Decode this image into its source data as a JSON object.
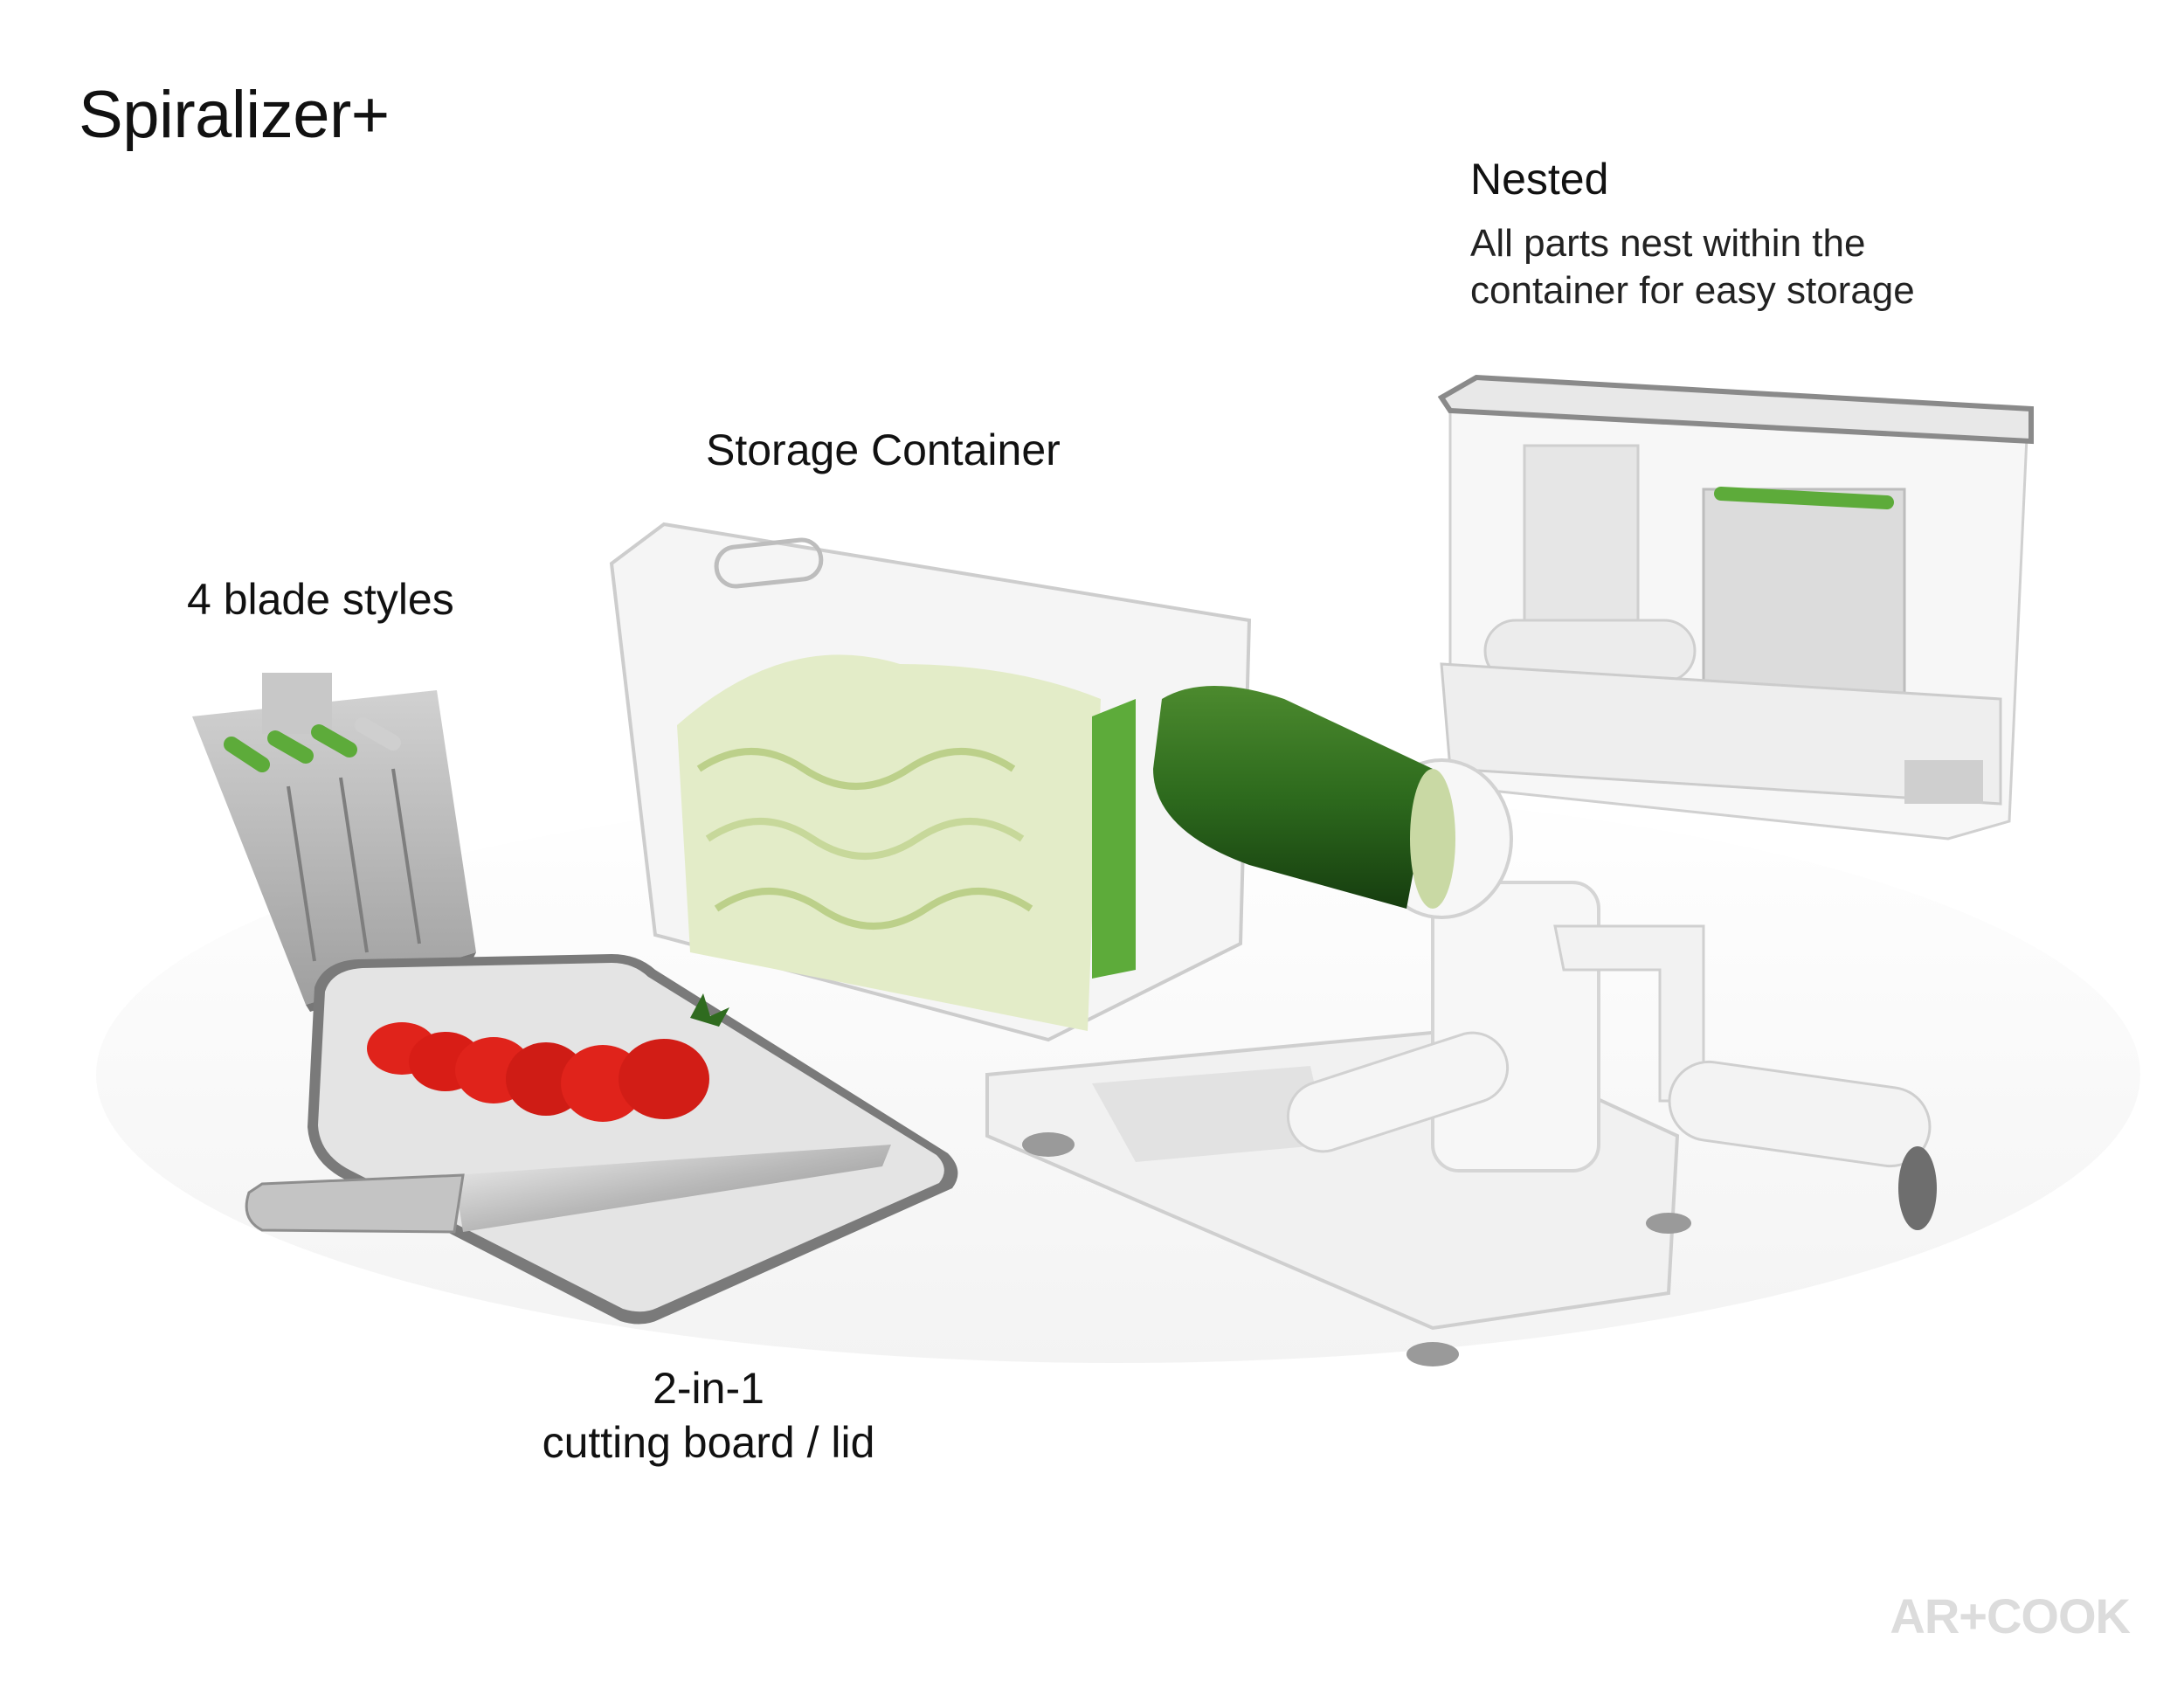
{
  "title": "Spiralizer+",
  "callouts": {
    "nested": {
      "heading": "Nested",
      "description": "All parts nest within the container for easy storage"
    },
    "storage_container": {
      "label": "Storage Container"
    },
    "blade_styles": {
      "label": "4 blade styles"
    },
    "cutting_board": {
      "line1": "2-in-1",
      "line2": "cutting board / lid"
    }
  },
  "brand": {
    "logo_text": "AR+COOK"
  },
  "colors": {
    "zucchini": "#2f6b1f",
    "blade_green": "#5dab3a",
    "tomato": "#e0231b",
    "board_rim": "#7a7a7a",
    "device_white": "#f2f2f2"
  }
}
